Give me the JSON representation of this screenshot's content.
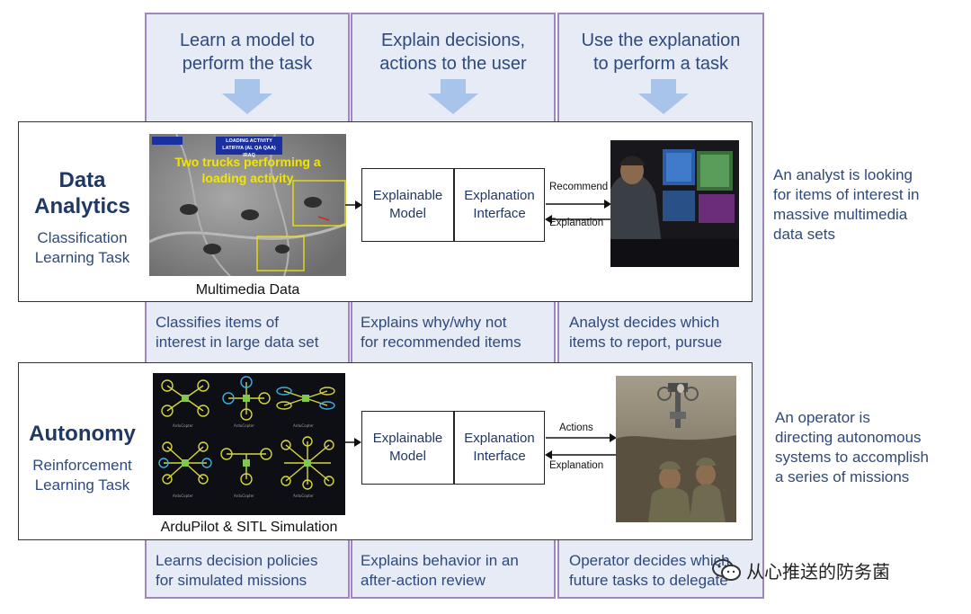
{
  "columns": [
    {
      "title_line1": "Learn a model to",
      "title_line2": "perform the task"
    },
    {
      "title_line1": "Explain decisions,",
      "title_line2": "actions to the user"
    },
    {
      "title_line1": "Use the explanation",
      "title_line2": "to perform a task"
    }
  ],
  "rows": {
    "data_analytics": {
      "title_line1": "Data",
      "title_line2": "Analytics",
      "subtitle_line1": "Classification",
      "subtitle_line2": "Learning Task",
      "image_caption": "Multimedia Data",
      "image_banner_line1": "LOADING ACTIVITY",
      "image_banner_line2": "LATIFIYA (AL QA QAA) IRAQ",
      "image_overlay_line1": "Two trucks performing a",
      "image_overlay_line2": "loading activity",
      "model_label_line1": "Explainable",
      "model_label_line2": "Model",
      "interface_label_line1": "Explanation",
      "interface_label_line2": "Interface",
      "arrow_top_label": "Recommend",
      "arrow_bottom_label": "Explanation",
      "side_text": [
        "An analyst is looking",
        "for items of interest in",
        "massive multimedia",
        "data sets"
      ],
      "captions": [
        [
          "Classifies items of",
          "interest in large data set"
        ],
        [
          "Explains why/why not",
          "for recommended items"
        ],
        [
          "Analyst decides which",
          "items to report, pursue"
        ]
      ]
    },
    "autonomy": {
      "title_line1": "Autonomy",
      "subtitle_line1": "Reinforcement",
      "subtitle_line2": "Learning Task",
      "image_caption": "ArduPilot & SITL Simulation",
      "model_label_line1": "Explainable",
      "model_label_line2": "Model",
      "interface_label_line1": "Explanation",
      "interface_label_line2": "Interface",
      "arrow_top_label": "Actions",
      "arrow_bottom_label": "Explanation",
      "side_text": [
        "An operator is",
        "directing autonomous",
        "systems to accomplish",
        "a series of missions"
      ],
      "captions": [
        [
          "Learns decision policies",
          "for simulated missions"
        ],
        [
          "Explains behavior in an",
          "after-action review"
        ],
        [
          "Operator decides which",
          "future tasks to delegate"
        ]
      ]
    }
  },
  "watermark": "从心推送的防务菌",
  "colors": {
    "column_fill": "#e6ebf6",
    "column_border": "#9d87be",
    "arrow_fill": "#a9c4ea",
    "title_text": "#1f3864",
    "overlay_yellow": "#f2e600"
  }
}
